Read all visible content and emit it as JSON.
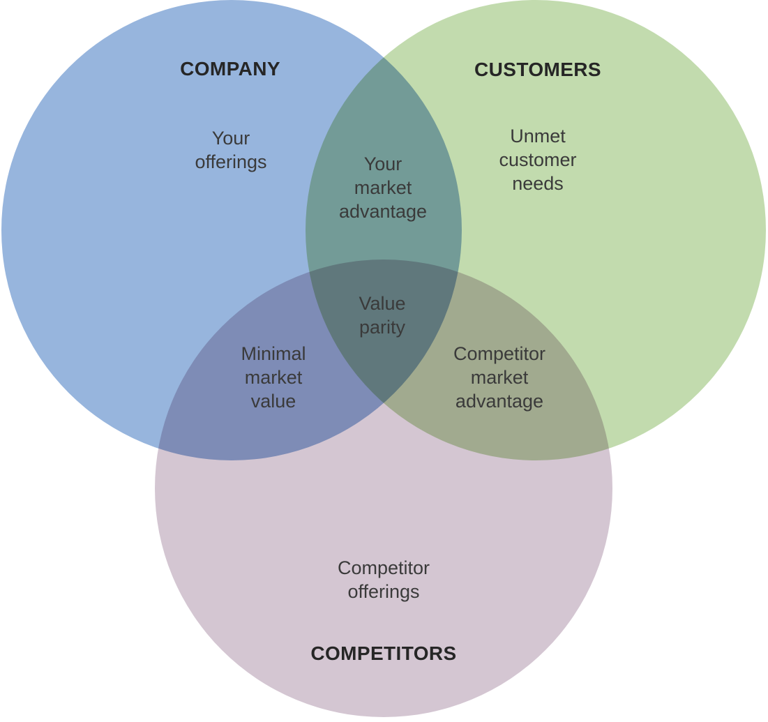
{
  "diagram": {
    "type": "venn",
    "background_color": "#ffffff",
    "text_color": "#3a3a3a",
    "heading_color": "#262626"
  },
  "sets": {
    "company": {
      "title": "COMPANY",
      "color": "#97b5dd",
      "exclusive_label": "Your\noffer­ings"
    },
    "customers": {
      "title": "CUSTOMERS",
      "color": "#c2dbae",
      "exclusive_label": "Unmet\ncustomer\nneeds"
    },
    "competitors": {
      "title": "COMPETITORS",
      "color": "#d4c6d2",
      "exclusive_label": "Competitor\nofferings"
    }
  },
  "intersections": {
    "company_customers": {
      "label": "Your\nmarket\nadvantage",
      "observed_color": "#739b97"
    },
    "company_competitors": {
      "label": "Minimal\nmarket\nvalue",
      "observed_color": "#8995b8"
    },
    "customers_competitors": {
      "label": "Competitor\nmarket\nadvantage",
      "observed_color": "#a9ae99"
    },
    "company_customers_competitors": {
      "label": "Value\nparity",
      "observed_color": "#738f89"
    }
  }
}
